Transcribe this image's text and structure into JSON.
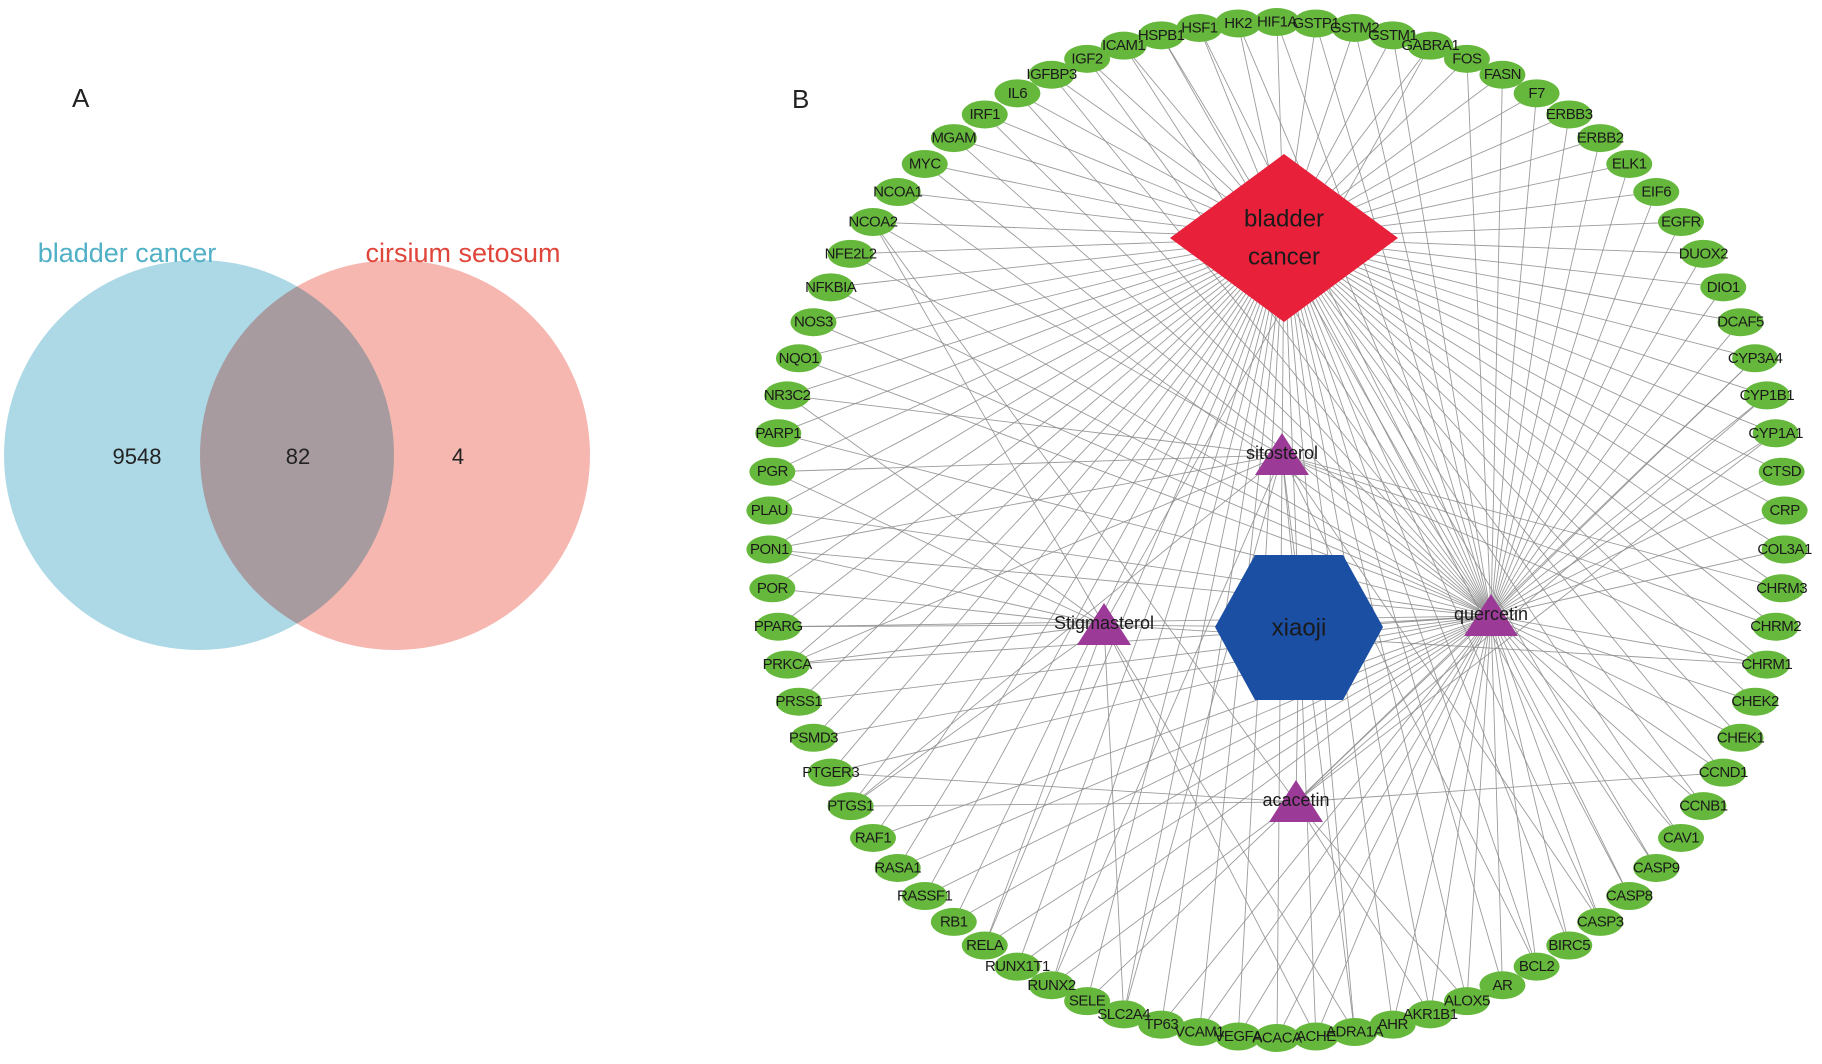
{
  "panel_a": {
    "letter": "A",
    "venn": {
      "left_label": "bladder cancer",
      "right_label": "cirsium setosum",
      "left_only": "9548",
      "intersection": "82",
      "right_only": "4",
      "left_color": "#add8e6",
      "right_color": "#f4aaa2",
      "left_text_color": "#4fb0c6",
      "right_text_color": "#e0453a"
    }
  },
  "panel_b": {
    "letter": "B",
    "disease": {
      "label_line1": "bladder",
      "label_line2": "cancer",
      "color": "#e8203a"
    },
    "herb": {
      "label": "xiaoji",
      "color": "#1a4fa3"
    },
    "compound_color": "#9b3b97",
    "target_color": "#66b83c",
    "compounds": [
      {
        "label": "sitosterol",
        "targets": [
          "PGR",
          "NCOA2",
          "PTGS1",
          "CHRM1",
          "CHRM2",
          "CHRM3",
          "PRKCA",
          "CASP3",
          "BCL2",
          "ADRA1A",
          "RUNX2",
          "PON1",
          "SLC2A4",
          "NR3C2"
        ]
      },
      {
        "label": "Stigmasterol",
        "targets": [
          "PGR",
          "PON1",
          "POR",
          "PPARG",
          "NCOA2",
          "PTGS1",
          "RELA",
          "NR3C2",
          "SLC2A4",
          "ACHE",
          "CHRM1",
          "PRKCA",
          "GABRA1",
          "ADRA1A"
        ]
      },
      {
        "label": "quercetin",
        "targets": [
          "ACACA",
          "ACHE",
          "AHR",
          "AKR1B1",
          "ALOX5",
          "AR",
          "BCL2",
          "BIRC5",
          "CASP3",
          "CASP8",
          "CASP9",
          "CAV1",
          "CCNB1",
          "CCND1",
          "CHEK1",
          "CHEK2",
          "CHRM1",
          "COL3A1",
          "CRP",
          "CTSD",
          "CYP1A1",
          "CYP1B1",
          "CYP3A4",
          "DCAF5",
          "DIO1",
          "DUOX2",
          "EGFR",
          "EIF6",
          "ELK1",
          "ERBB2",
          "ERBB3",
          "F7",
          "FASN",
          "FOS",
          "GSTM1",
          "GSTM2",
          "GSTP1",
          "HIF1A",
          "HK2",
          "HSF1",
          "HSPB1",
          "ICAM1",
          "IGF2",
          "IGFBP3",
          "IL6",
          "IRF1",
          "MGAM",
          "MYC",
          "NCOA1",
          "NFE2L2",
          "NFKBIA",
          "NOS3",
          "NQO1",
          "PARP1",
          "PLAU",
          "PON1",
          "PPARG",
          "PRKCA",
          "PRSS1",
          "PSMD3",
          "PTGER3",
          "RAF1",
          "RASA1",
          "RASSF1",
          "RB1",
          "RELA",
          "RUNX1T1",
          "SELE",
          "TP63",
          "VCAM1",
          "VEGFA"
        ]
      },
      {
        "label": "acacetin",
        "targets": [
          "CYP1A1",
          "CYP1B1",
          "PTGS1",
          "AKR1B1",
          "NCOA2",
          "CCND1",
          "ALOX5",
          "RUNX2",
          "CYP3A4",
          "PTGER3"
        ]
      }
    ],
    "targets": [
      "ACACA",
      "ACHE",
      "ADRA1A",
      "AHR",
      "AKR1B1",
      "ALOX5",
      "AR",
      "BCL2",
      "BIRC5",
      "CASP3",
      "CASP8",
      "CASP9",
      "CAV1",
      "CCNB1",
      "CCND1",
      "CHEK1",
      "CHEK2",
      "CHRM1",
      "CHRM2",
      "CHRM3",
      "COL3A1",
      "CRP",
      "CTSD",
      "CYP1A1",
      "CYP1B1",
      "CYP3A4",
      "DCAF5",
      "DIO1",
      "DUOX2",
      "EGFR",
      "EIF6",
      "ELK1",
      "ERBB2",
      "ERBB3",
      "F7",
      "FASN",
      "FOS",
      "GABRA1",
      "GSTM1",
      "GSTM2",
      "GSTP1",
      "HIF1A",
      "HK2",
      "HSF1",
      "HSPB1",
      "ICAM1",
      "IGF2",
      "IGFBP3",
      "IL6",
      "IRF1",
      "MGAM",
      "MYC",
      "NCOA1",
      "NCOA2",
      "NFE2L2",
      "NFKBIA",
      "NOS3",
      "NQO1",
      "NR3C2",
      "PARP1",
      "PGR",
      "PLAU",
      "PON1",
      "POR",
      "PPARG",
      "PRKCA",
      "PRSS1",
      "PSMD3",
      "PTGER3",
      "PTGS1",
      "RAF1",
      "RASA1",
      "RASSF1",
      "RB1",
      "RELA",
      "RUNX1T1",
      "RUNX2",
      "SELE",
      "SLC2A4",
      "TP63",
      "VCAM1",
      "VEGFA"
    ]
  }
}
